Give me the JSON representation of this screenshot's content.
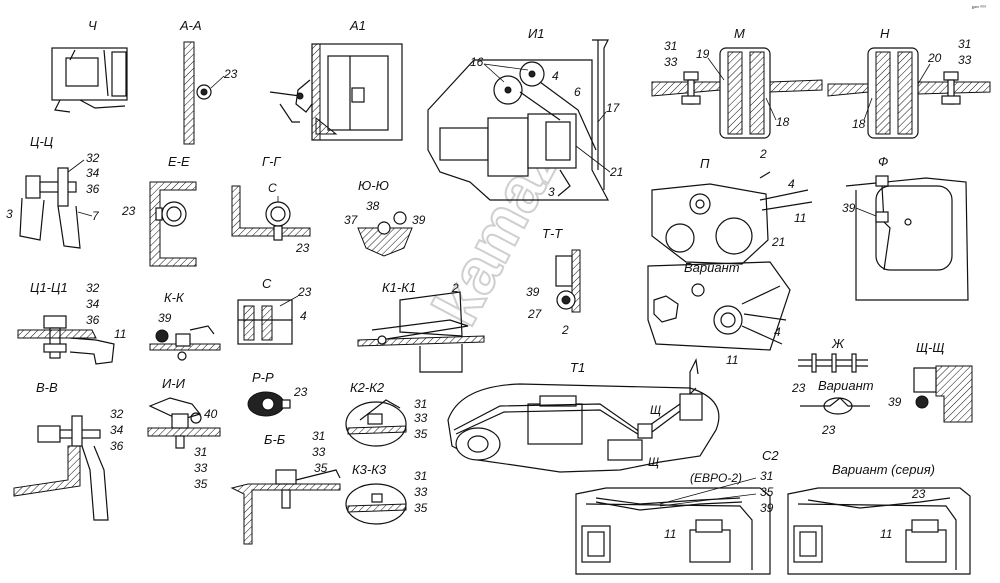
{
  "corner_mark": "кᵃᵐ ⁰⁰⁰",
  "watermark": "kamaz",
  "colors": {
    "ink": "#111111",
    "paper": "#ffffff",
    "watermark": "#cfcfcf"
  },
  "views": {
    "ch": {
      "title": "Ч"
    },
    "aa": {
      "title": "А-А",
      "n": [
        "23"
      ]
    },
    "a1": {
      "title": "А1"
    },
    "i1": {
      "title": "И1",
      "n": [
        "16",
        "4",
        "6",
        "17",
        "21",
        "3"
      ]
    },
    "m": {
      "title": "М",
      "n": [
        "31",
        "33",
        "19",
        "18"
      ]
    },
    "h": {
      "title": "Н",
      "n": [
        "31",
        "33",
        "20",
        "18"
      ]
    },
    "tsts": {
      "title": "Ц-Ц",
      "n": [
        "32",
        "34",
        "36",
        "3",
        "7"
      ]
    },
    "ee": {
      "title": "Е-Е",
      "n": [
        "23"
      ]
    },
    "gg": {
      "title": "Г-Г",
      "n": [
        "С",
        "23"
      ]
    },
    "yuyu": {
      "title": "Ю-Ю",
      "n": [
        "38",
        "37",
        "39"
      ]
    },
    "p": {
      "title": "П",
      "n": [
        "2",
        "4",
        "11",
        "21"
      ]
    },
    "f": {
      "title": "Ф",
      "n": [
        "39"
      ]
    },
    "tt": {
      "title": "Т-Т",
      "n": [
        "39",
        "27",
        "2"
      ]
    },
    "variant1": {
      "title": "Вариант",
      "n": [
        "4",
        "11"
      ]
    },
    "ts1": {
      "title": "Ц1-Ц1",
      "n": [
        "32",
        "34",
        "36",
        "11"
      ]
    },
    "kk": {
      "title": "К-К",
      "n": [
        "39"
      ]
    },
    "c": {
      "title": "С",
      "n": [
        "23",
        "4"
      ]
    },
    "k1": {
      "title": "К1-К1",
      "n": [
        "2"
      ]
    },
    "zh": {
      "title": "Ж",
      "n": [
        "23",
        "23"
      ],
      "variant": "Вариант"
    },
    "shsh": {
      "title": "Щ-Щ",
      "n": [
        "39"
      ]
    },
    "t1": {
      "title": "Т1",
      "n": [
        "Щ",
        "Щ"
      ]
    },
    "vv": {
      "title": "В-В",
      "n": [
        "32",
        "34",
        "36"
      ]
    },
    "ii": {
      "title": "И-И",
      "n": [
        "40",
        "31",
        "33",
        "35"
      ]
    },
    "rr": {
      "title": "Р-Р",
      "n": [
        "23"
      ]
    },
    "k2": {
      "title": "К2-К2",
      "n": [
        "31",
        "33",
        "35"
      ]
    },
    "bb": {
      "title": "Б-Б",
      "n": [
        "31",
        "33",
        "35"
      ]
    },
    "k3": {
      "title": "К3-К3",
      "n": [
        "31",
        "33",
        "35"
      ]
    },
    "c2": {
      "title": "С2",
      "euro": "(ЕВРО-2)",
      "series": "Вариант (серия)",
      "n": [
        "31",
        "35",
        "39",
        "11",
        "23",
        "11"
      ]
    }
  }
}
